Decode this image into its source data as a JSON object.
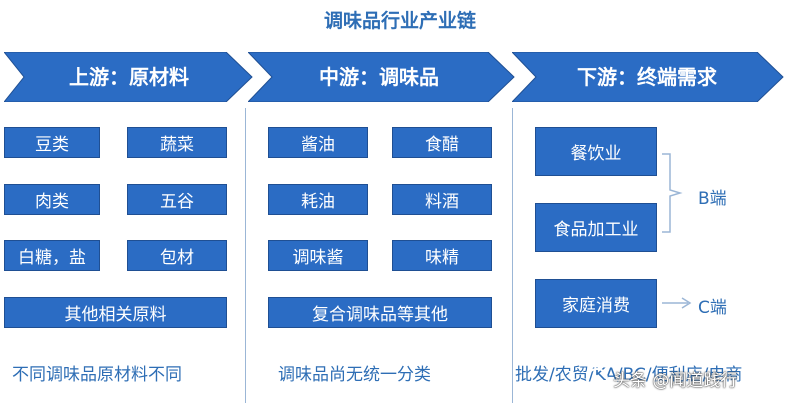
{
  "title": "调味品行业产业链",
  "stages": [
    {
      "label": "上游：原材料"
    },
    {
      "label": "中游：调味品"
    },
    {
      "label": "下游：终端需求"
    }
  ],
  "upstream": {
    "items": [
      "豆类",
      "蔬菜",
      "肉类",
      "五谷",
      "白糖，盐",
      "包材",
      "其他相关原料"
    ],
    "note": "不同调味品原材料不同"
  },
  "midstream": {
    "items": [
      "酱油",
      "食醋",
      "耗油",
      "料酒",
      "调味酱",
      "味精",
      "复合调味品等其他"
    ],
    "note": "调味品尚无统一分类"
  },
  "downstream": {
    "items": [
      "餐饮业",
      "食品加工业",
      "家庭消费"
    ],
    "b_label": "B端",
    "c_label": "C端",
    "note": "批发/农贸/KA/BC/便利店/电商"
  },
  "watermark": "头条 @闻道践行",
  "colors": {
    "accent": "#2b6cc4",
    "title": "#2e6eb5"
  }
}
